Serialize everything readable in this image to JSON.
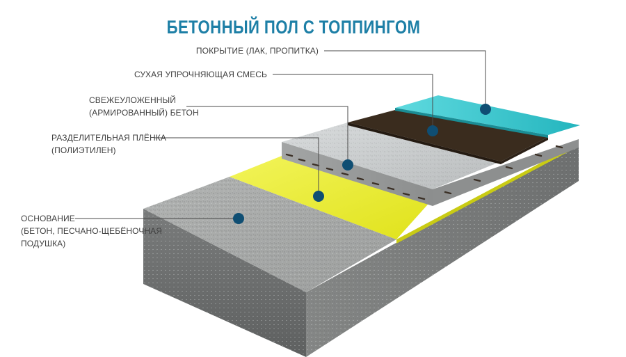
{
  "title": "БЕТОННЫЙ ПОЛ С ТОППИНГОМ",
  "labels": {
    "coating": [
      "ПОКРЫТИЕ (ЛАК, ПРОПИТКА)"
    ],
    "dry_mix": [
      "СУХАЯ УПРОЧНЯЮЩАЯ СМЕСЬ"
    ],
    "fresh_concrete": [
      "СВЕЖЕУЛОЖЕННЫЙ",
      "(АРМИРОВАННЫЙ) БЕТОН"
    ],
    "film": [
      "РАЗДЕЛИТЕЛЬНАЯ ПЛЁНКА",
      "(ПОЛИЭТИЛЕН)"
    ],
    "base": [
      "ОСНОВАНИЕ",
      "(БЕТОН, ПЕСЧАНО-ЩЕБЁНОЧНАЯ",
      "ПОДУШКА)"
    ]
  },
  "colors": {
    "title": "#1d7fa6",
    "label_text": "#3f3f3f",
    "leader_line": "#4a4a4a",
    "marker": "#0f4e73",
    "coating_layer": "#3cc8cf",
    "dry_mix_layer": "#3a2c1e",
    "concrete_layer": "#c9cccd",
    "film_layer": "#e6e81a",
    "base_layer": "#9a9c9b"
  }
}
